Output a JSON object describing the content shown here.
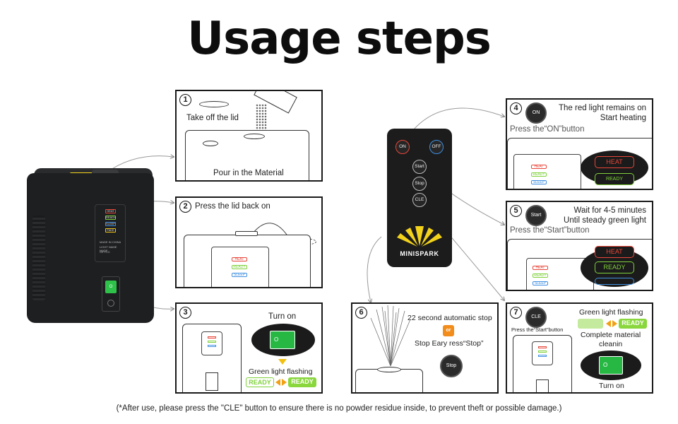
{
  "title": "Usage steps",
  "brand": "MINISPARK",
  "machine": {
    "leds": [
      "HEAT",
      "READY",
      "SLEEP",
      "FAKE"
    ],
    "switch_label": "O",
    "label_lines": [
      "MADE IN CHINA",
      "LIGHT NAME MADE",
      "CE FCC"
    ]
  },
  "remote": {
    "on": "ON",
    "off": "OFF",
    "start": "Start",
    "stop": "Stop",
    "cle": "CLE"
  },
  "steps": {
    "s1": {
      "num": "1",
      "text_a": "Take off the lid",
      "text_b": "Pour in the Material"
    },
    "s2": {
      "num": "2",
      "text": "Press the lid back on",
      "leds": [
        "HEAT",
        "READY",
        "SLEEP"
      ]
    },
    "s3": {
      "num": "3",
      "text_a": "Turn on",
      "text_b": "Green light flashing",
      "ready": "READY",
      "switch": "O"
    },
    "s4": {
      "num": "4",
      "btn": "ON",
      "line1": "The red light remains on",
      "line2": "Start heating",
      "press": "Press the“ON”button",
      "chip": "HEAT",
      "chip2": "READY",
      "leds": [
        "HEAT",
        "READY",
        "SLEEP"
      ]
    },
    "s5": {
      "num": "5",
      "btn": "Start",
      "line1": "Wait for 4-5 minutes",
      "line2": "Until steady green light",
      "press": "Press the“Start”button",
      "chip_top": "HEAT",
      "chip": "READY",
      "leds": [
        "HEAT",
        "READY",
        "SLEEP"
      ]
    },
    "s6": {
      "num": "6",
      "line1": "22 second automatic stop",
      "or": "or",
      "line2": "Stop Eary ress“Stop”",
      "btn": "Stop"
    },
    "s7": {
      "num": "7",
      "btn": "CLE",
      "press": "Press the“Start”button",
      "line1": "Green light flashing",
      "ready": "READY",
      "line2": "Complete material",
      "line3": "cleanin",
      "line4": "Turn on",
      "switch": "O"
    }
  },
  "footnote": "(*After use, please press the \"CLE\" button to ensure there is no powder residue inside, to prevent theft or possible damage.)",
  "colors": {
    "heat": "#e8463a",
    "ready": "#7fd13b",
    "sleep": "#3f8fe0",
    "fake": "#f0c419",
    "accent_yellow": "#f2d21b"
  }
}
